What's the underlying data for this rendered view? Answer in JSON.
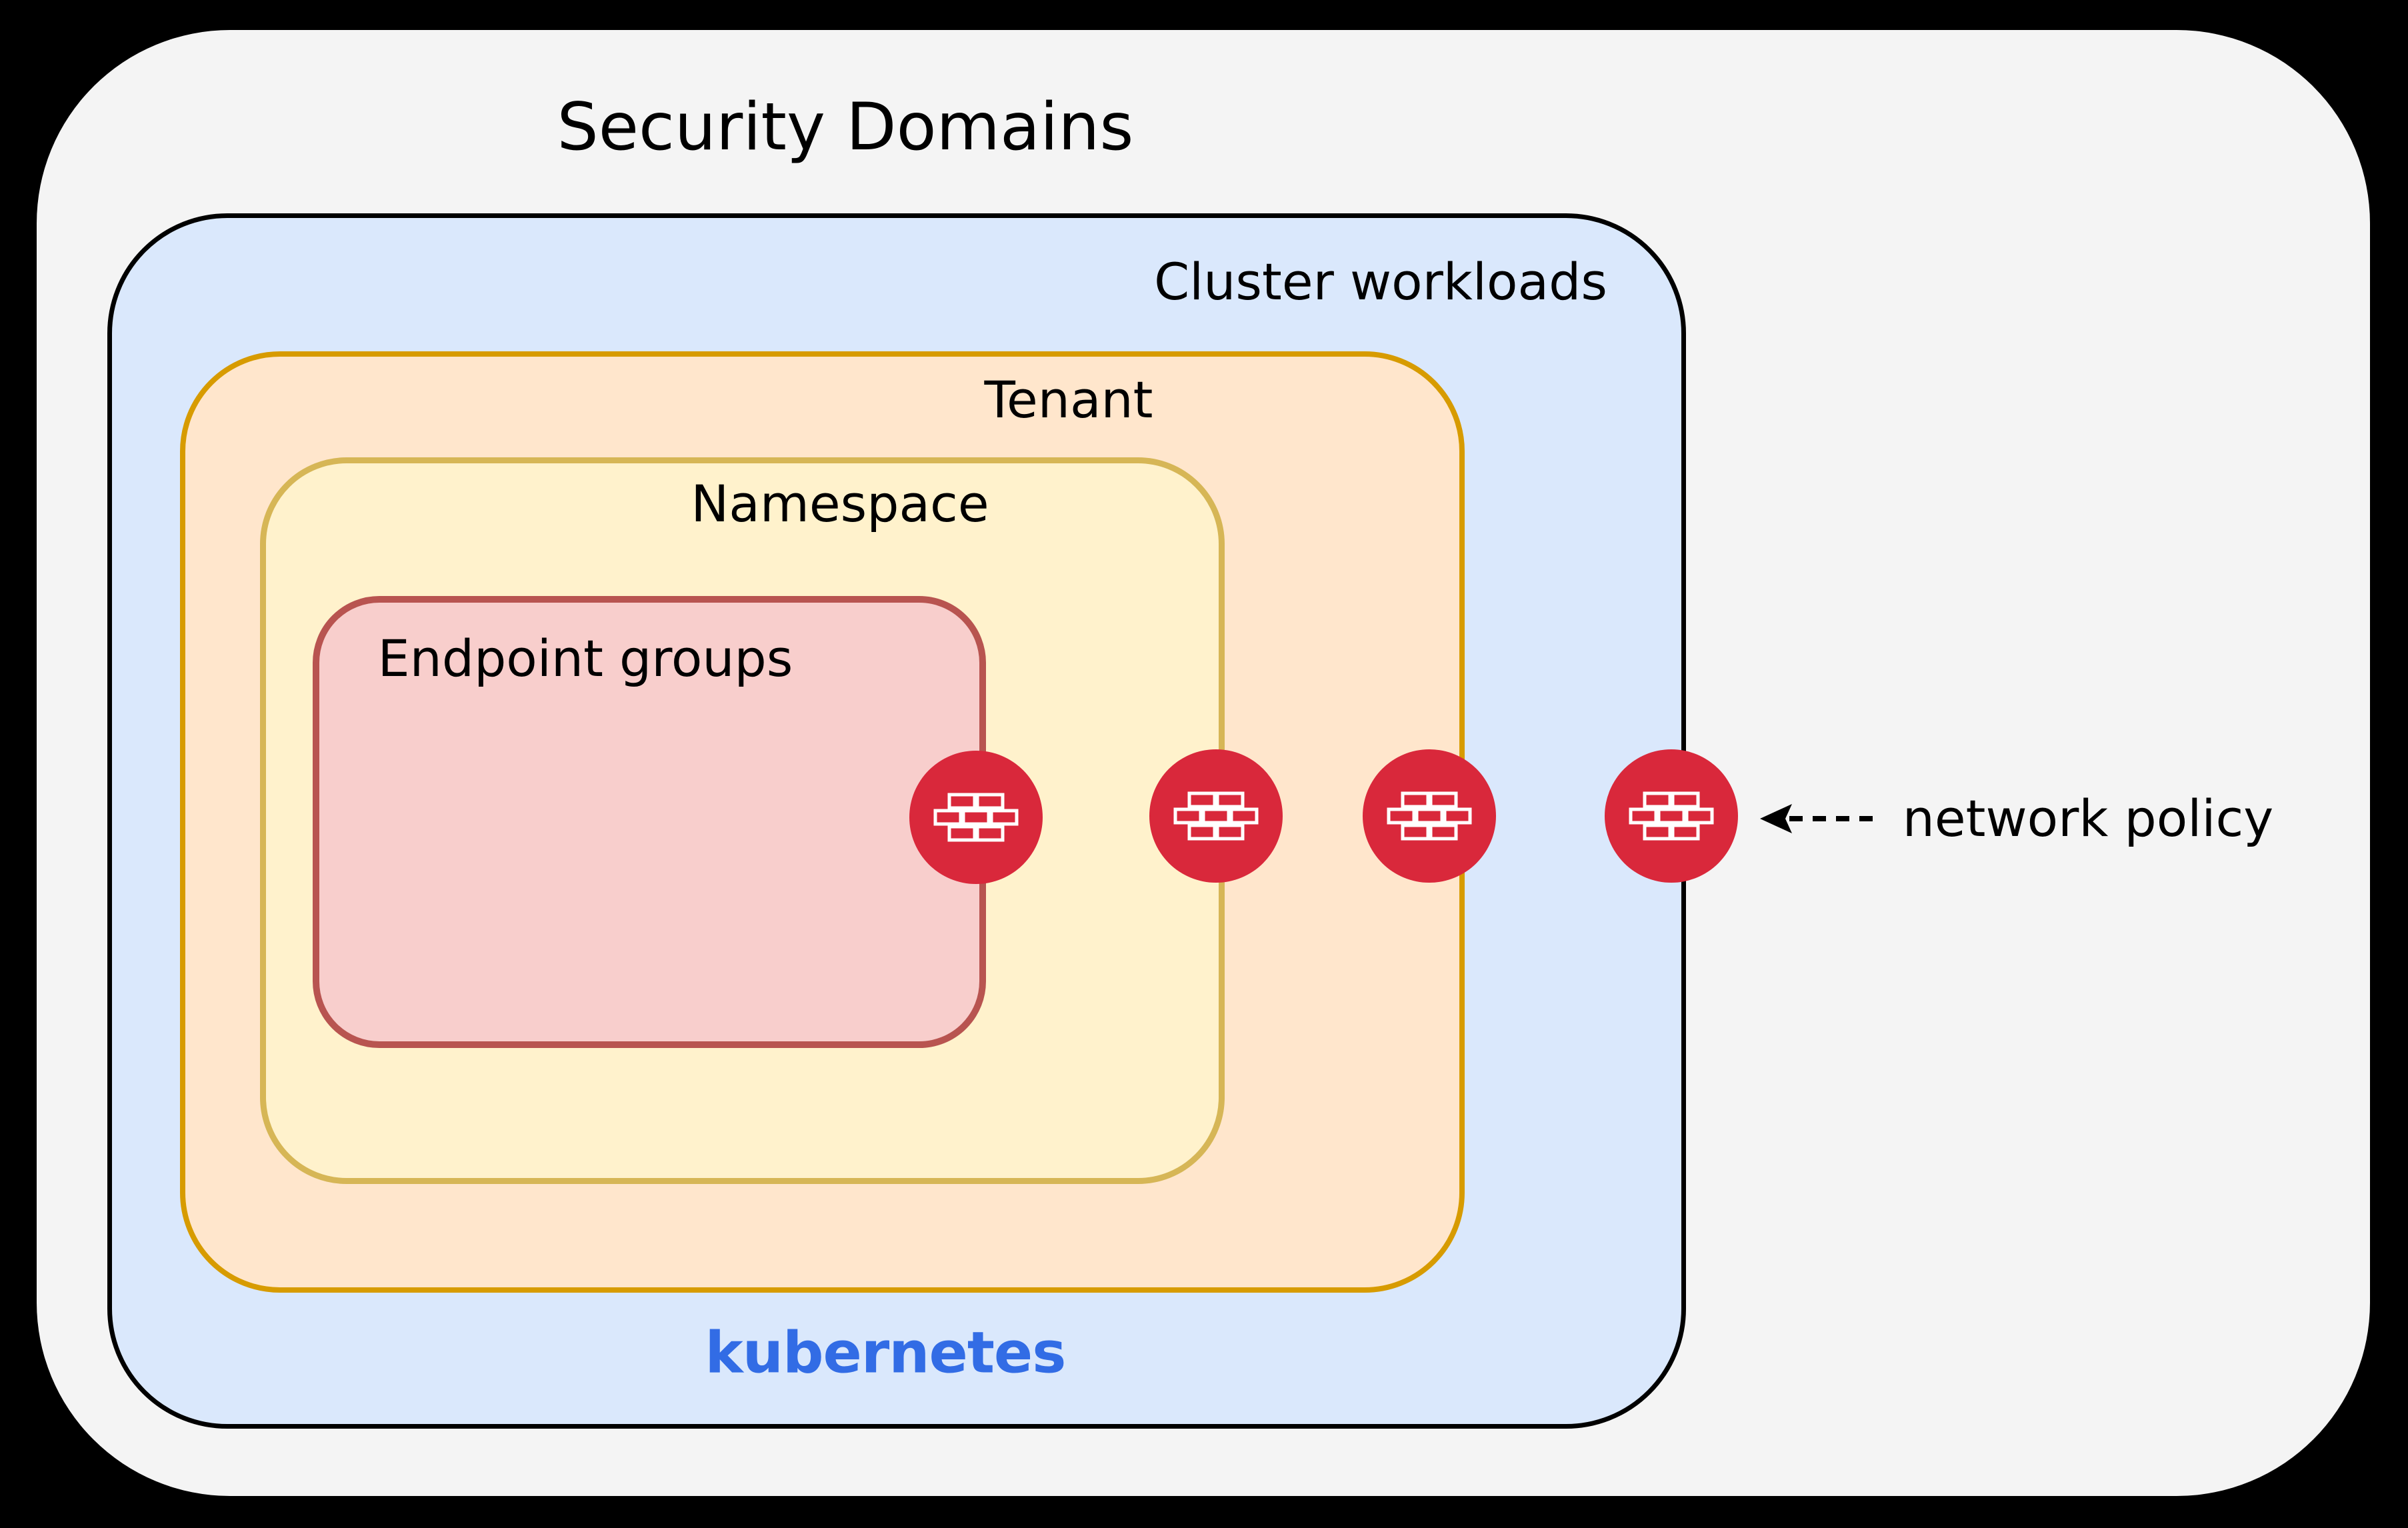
{
  "diagram": {
    "title": "Security Domains",
    "layers": {
      "cluster": {
        "label": "Cluster workloads",
        "fill": "#dae8fc",
        "border": "#000000"
      },
      "tenant": {
        "label": "Tenant",
        "fill": "#ffe6cc",
        "border": "#d79b00"
      },
      "namespace": {
        "label": "Namespace",
        "fill": "#fff2cc",
        "border": "#d6b656"
      },
      "endpoint_groups": {
        "label": "Endpoint groups",
        "fill": "#f8cecc",
        "border": "#b85450"
      }
    },
    "kubernetes_wordmark": {
      "label": "kubernetes",
      "color": "#326ce5"
    },
    "annotation": {
      "label": "network policy"
    },
    "firewalls": {
      "icon": "firewall-brick-icon",
      "color": "#d9283b",
      "count": 4,
      "boundaries": [
        "endpoint-groups-boundary",
        "namespace-boundary",
        "tenant-boundary",
        "cluster-boundary"
      ]
    },
    "background": {
      "page": "#000000",
      "panel": "#f4f4f4"
    }
  }
}
